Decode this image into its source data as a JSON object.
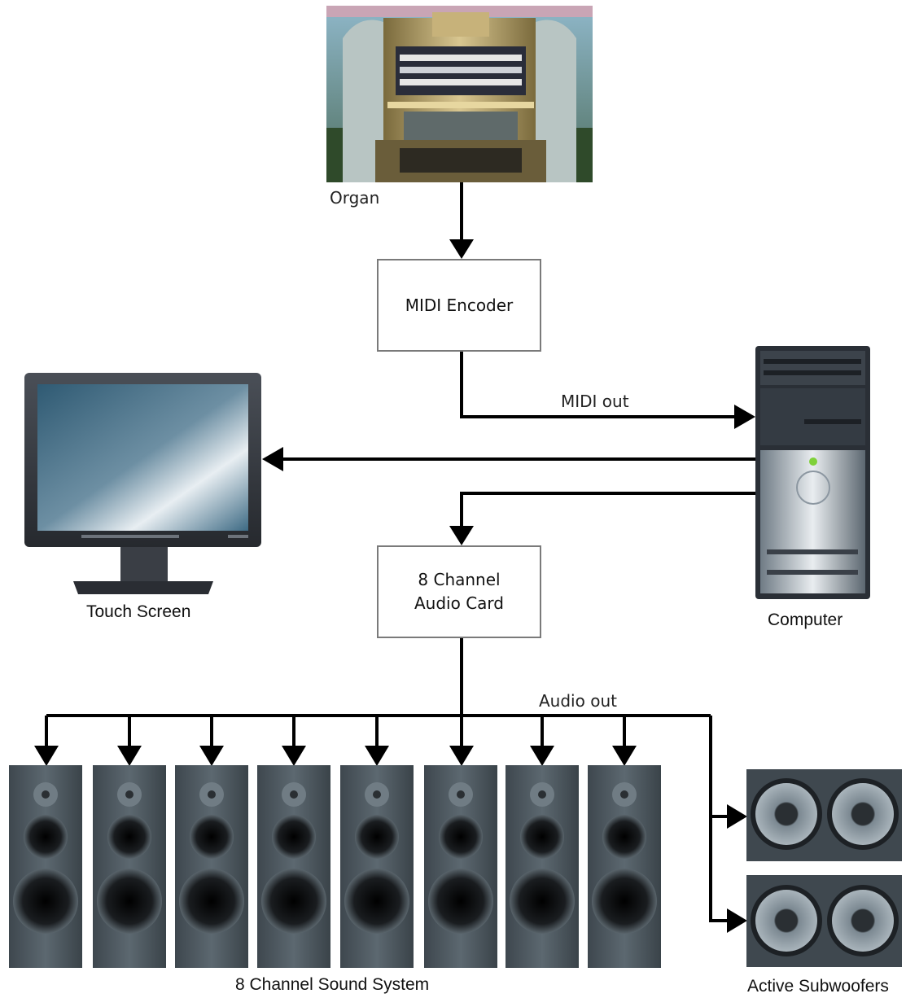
{
  "nodes": {
    "organ": {
      "label": "Organ"
    },
    "midi_encoder": {
      "label": "MIDI Encoder"
    },
    "computer": {
      "label": "Computer"
    },
    "touch_screen": {
      "label": "Touch Screen"
    },
    "audio_card": {
      "line1": "8 Channel",
      "line2": "Audio Card"
    },
    "sound_system": {
      "label": "8 Channel Sound System",
      "speaker_count": 8
    },
    "subwoofers": {
      "label": "Active Subwoofers",
      "count": 2
    }
  },
  "edges": {
    "midi_out": "MIDI out",
    "audio_out": "Audio out"
  },
  "colors": {
    "line": "#000000",
    "box_border": "#7a7a7a",
    "speaker_body": "#4f5a61",
    "monitor_screen": "#4b6f86"
  }
}
